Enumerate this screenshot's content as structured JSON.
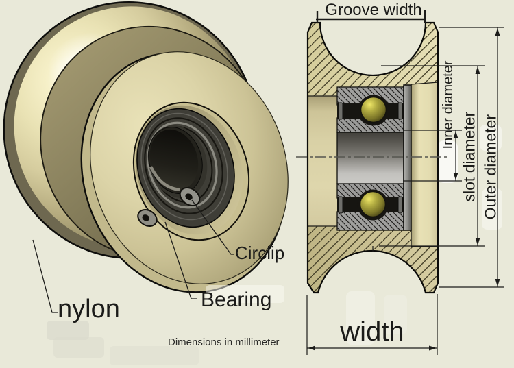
{
  "view_3d": {
    "labels": {
      "nylon": "nylon",
      "bearing": "Bearing",
      "circlip": "Circlip"
    }
  },
  "section_view": {
    "dimensions": {
      "groove_width": "Groove width",
      "inner_diameter": "Inner diameter",
      "slot_diameter": "slot diameter",
      "outer_diameter": "Outer diameter",
      "width": "width"
    }
  },
  "footnote": "Dimensions in millimeter",
  "colors": {
    "background": "#e9e9d9",
    "nylon_body": "#ddd5a6",
    "steel_gray": "#9f9f9d",
    "ball_gold": "#a8a238",
    "line": "#1b1b19"
  }
}
